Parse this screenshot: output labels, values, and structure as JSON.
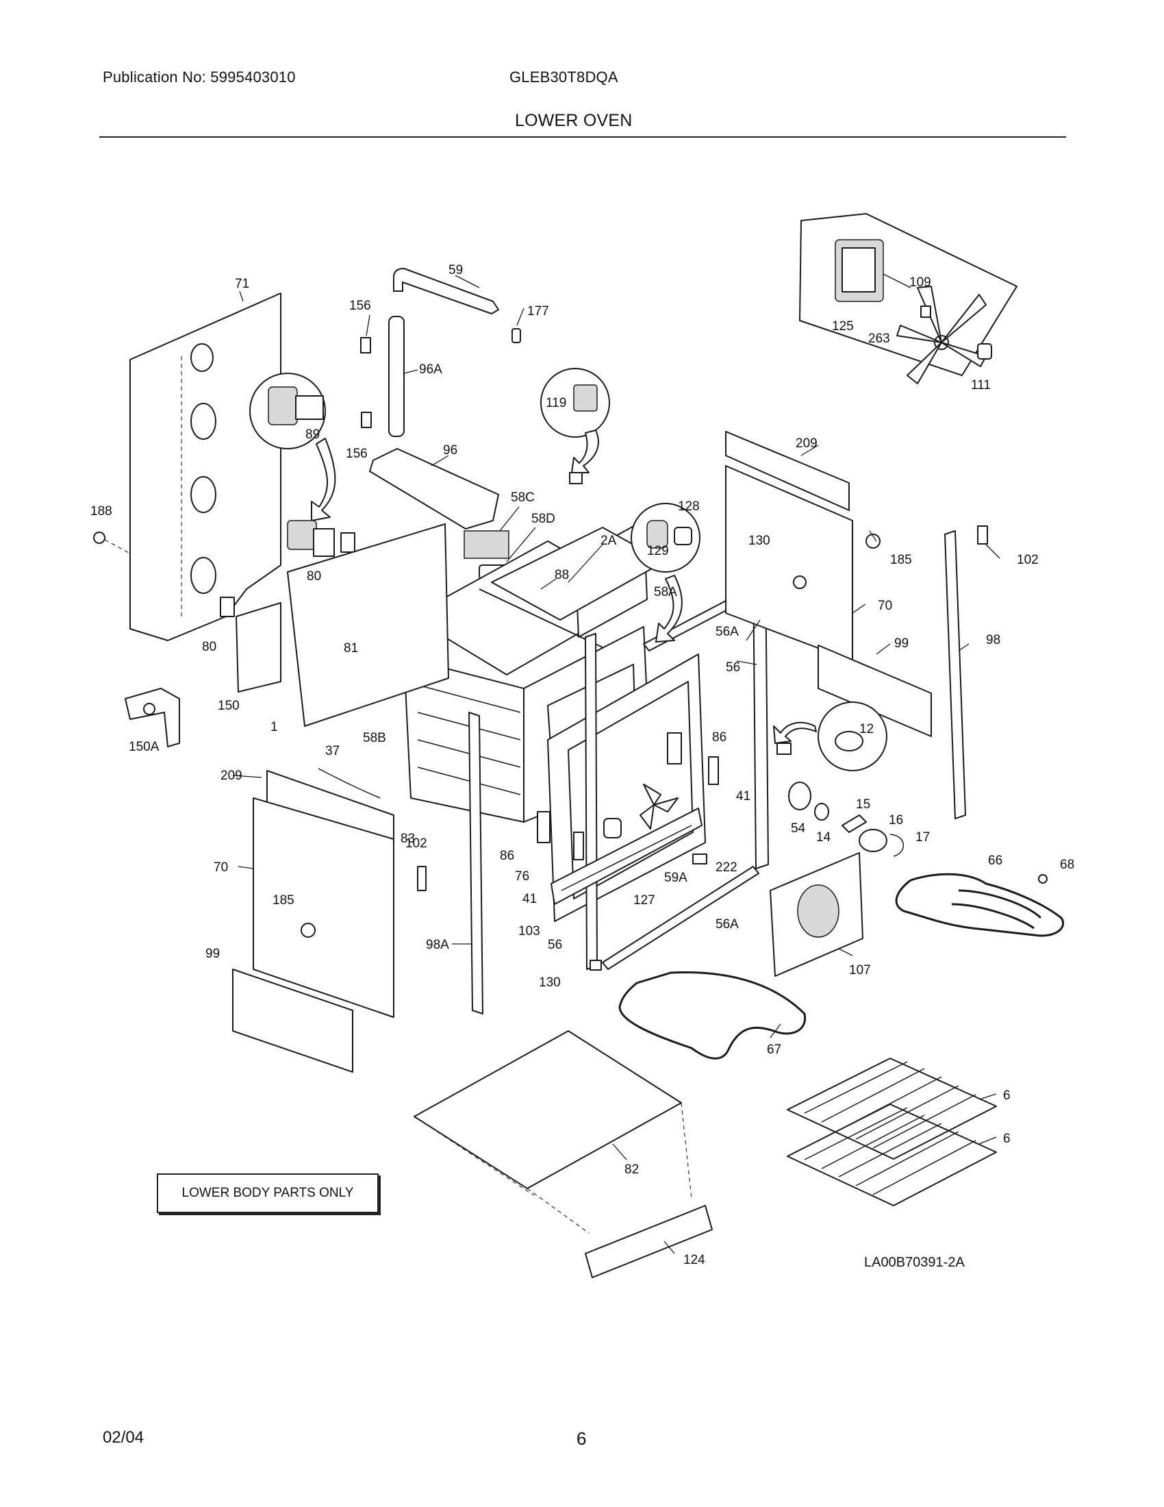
{
  "header": {
    "publication": "Publication No: 5995403010",
    "model": "GLEB30T8DQA",
    "section_title": "LOWER OVEN"
  },
  "footer": {
    "date": "02/04",
    "page": "6"
  },
  "diagram": {
    "note": "LOWER BODY PARTS ONLY",
    "drawing_id": "LA00B70391-2A",
    "callouts": {
      "c71": "71",
      "c59": "59",
      "c156a": "156",
      "c177": "177",
      "c96A": "96A",
      "c89": "89",
      "c156b": "156",
      "c119": "119",
      "c96": "96",
      "c58C": "58C",
      "c58D": "58D",
      "c188": "188",
      "c80a": "80",
      "c80b": "80",
      "c81": "81",
      "c150": "150",
      "c150A": "150A",
      "c1": "1",
      "c37": "37",
      "c58B": "58B",
      "c209a": "209",
      "c70a": "70",
      "c83": "83",
      "c102a": "102",
      "c185a": "185",
      "c99a": "99",
      "c98A": "98A",
      "c2A": "2A",
      "c88": "88",
      "c128": "128",
      "c129": "129",
      "c58A": "58A",
      "c130a": "130",
      "c56Aa": "56A",
      "c56a": "56",
      "c86a": "86",
      "c86b": "86",
      "c41a": "41",
      "c41b": "41",
      "c76": "76",
      "c103": "103",
      "c56b": "56",
      "c130b": "130",
      "c127": "127",
      "c59A": "59A",
      "c222": "222",
      "c56Ab": "56A",
      "c125": "125",
      "c263": "263",
      "c109": "109",
      "c111": "111",
      "c209b": "209",
      "c185b": "185",
      "c102b": "102",
      "c70b": "70",
      "c99b": "99",
      "c98": "98",
      "c12": "12",
      "c54": "54",
      "c14": "14",
      "c15": "15",
      "c16": "16",
      "c17": "17",
      "c66": "66",
      "c68": "68",
      "c107": "107",
      "c67": "67",
      "c82": "82",
      "c124": "124",
      "c6a": "6",
      "c6b": "6"
    }
  }
}
